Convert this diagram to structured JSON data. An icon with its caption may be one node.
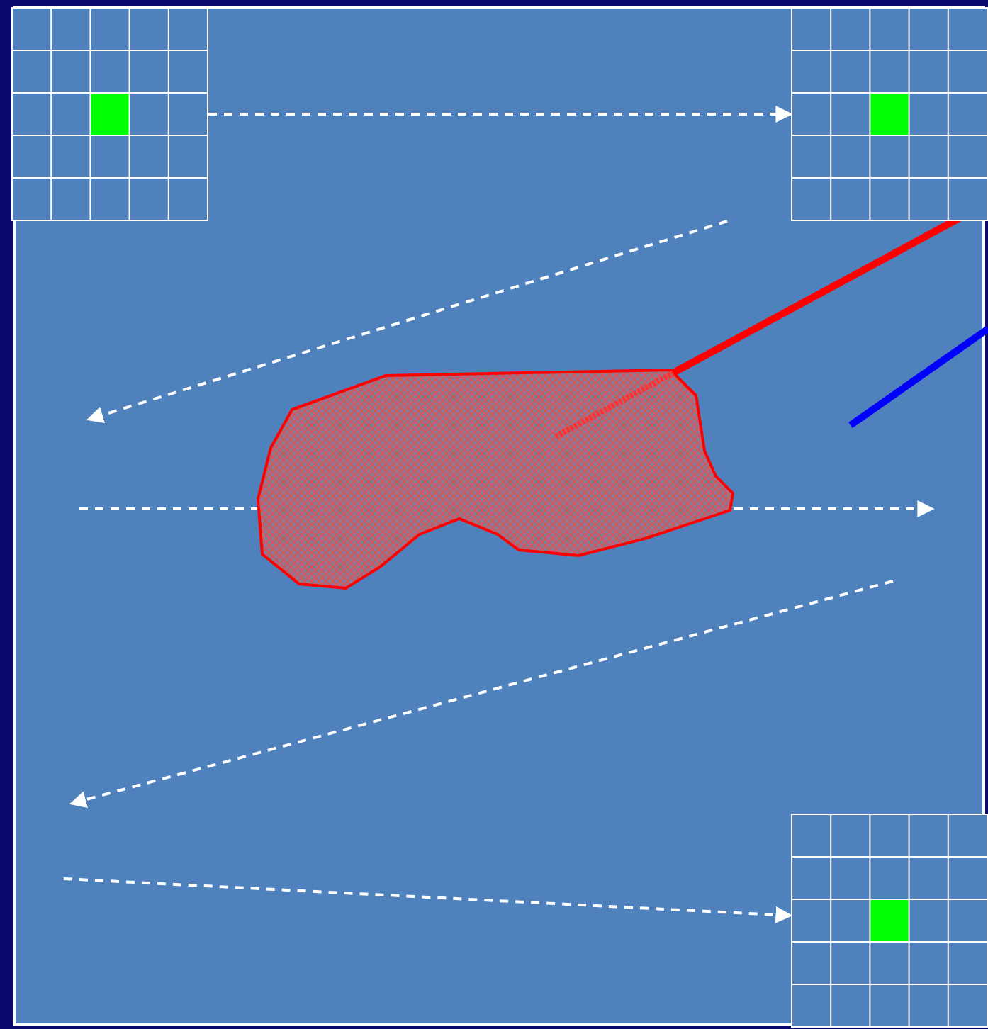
{
  "diagram": {
    "nodes": [
      {
        "text": [],
        "shape": "box"
      },
      {
        "text": [],
        "shape": "box"
      },
      {
        "text": [],
        "shape": "box"
      }
    ],
    "edges": [
      {
        "from": 0,
        "to": 1,
        "arrow": "to",
        "style": "dashed"
      },
      {
        "from": null,
        "to": 2,
        "arrow": "to",
        "style": "dashed"
      }
    ]
  }
}
